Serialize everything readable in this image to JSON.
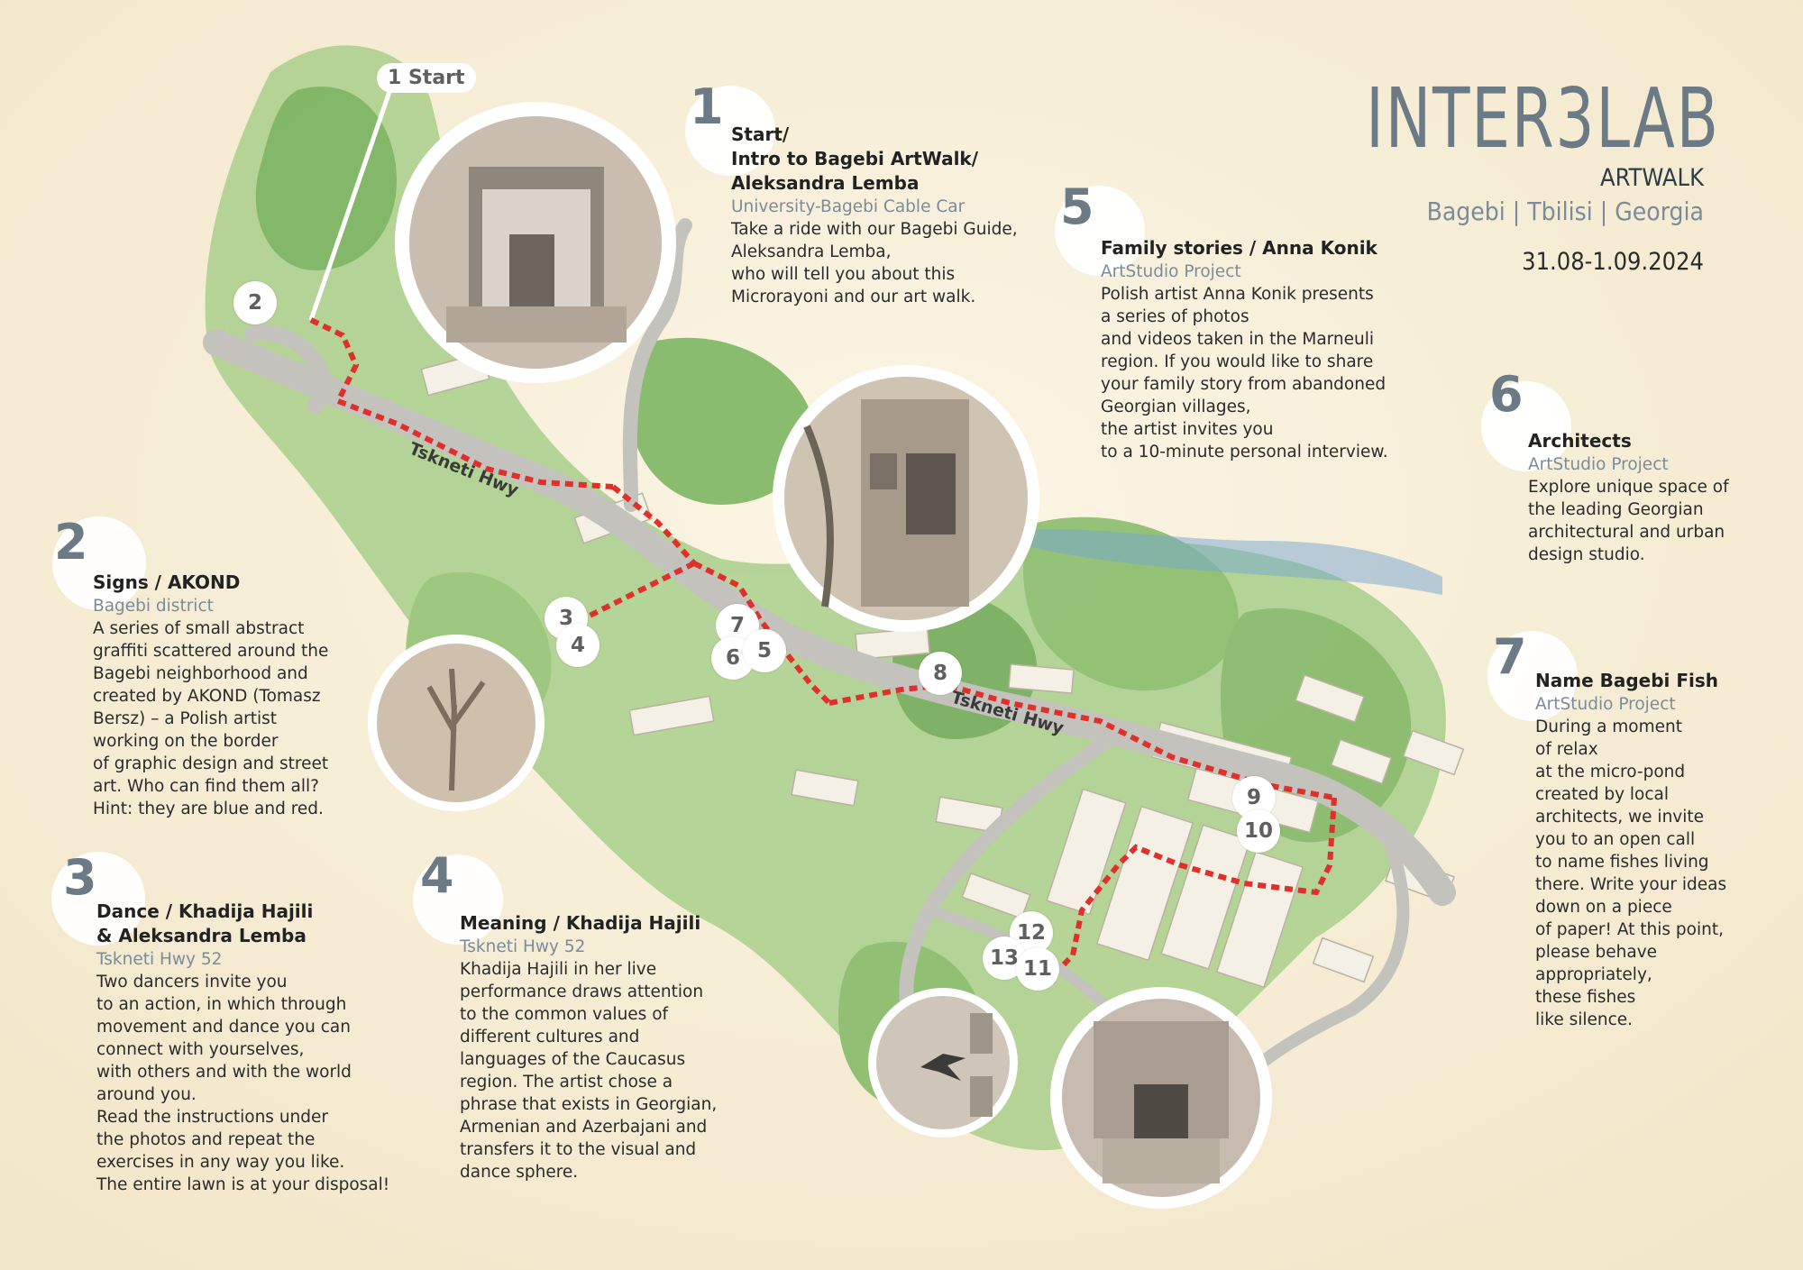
{
  "header": {
    "logo": "INTER3LAB",
    "event": "ARTWALK",
    "location": "Bagebi | Tbilisi | Georgia",
    "dates": "31.08-1.09.2024"
  },
  "stops": [
    {
      "number": "1",
      "title": "Start/\nIntro to Bagebi ArtWalk/\nAleksandra Lemba",
      "subtitle": "University-Bagebi Cable Car",
      "description": "Take a ride with our Bagebi Guide,\nAleksandra Lemba,\nwho will tell you about this\nMicrorayoni and our art walk."
    },
    {
      "number": "2",
      "title": "Signs / AKOND",
      "subtitle": "Bagebi district",
      "description": "A series of small abstract\ngraffiti scattered around the\nBagebi neighborhood and\ncreated by AKOND (Tomasz\nBersz) – a Polish artist\nworking on the border\nof graphic design and street\nart. Who can find them all?\nHint: they are blue and red."
    },
    {
      "number": "3",
      "title": "Dance / Khadija Hajili\n& Aleksandra Lemba",
      "subtitle": "Tskneti Hwy 52",
      "description": "Two dancers invite you\nto an action, in which through\nmovement and dance you can\nconnect with yourselves,\nwith others and with the world\naround you.\nRead the instructions under\nthe photos and repeat the\nexercises in any way you like.\nThe entire lawn is at your disposal!"
    },
    {
      "number": "4",
      "title": "Meaning / Khadija Hajili",
      "subtitle": "Tskneti Hwy 52",
      "description": "Khadija Hajili in her live\nperformance draws attention\nto the common values of\ndifferent cultures and\nlanguages of the Caucasus\nregion. The artist chose a\nphrase that exists in Georgian,\nArmenian and Azerbajani and\ntransfers it to the visual and\ndance sphere."
    },
    {
      "number": "5",
      "title": "Family stories / Anna Konik",
      "subtitle": "ArtStudio Project",
      "description": "Polish artist Anna Konik presents\na series of photos\nand videos taken in the Marneuli\nregion. If you would like to share\nyour family story from abandoned\nGeorgian villages,\nthe artist invites you\nto a 10-minute personal interview."
    },
    {
      "number": "6",
      "title": "Architects",
      "subtitle": "ArtStudio Project",
      "description": "Explore unique space of\nthe leading Georgian\narchitectural and urban\ndesign studio."
    },
    {
      "number": "7",
      "title": "Name Bagebi Fish",
      "subtitle": "ArtStudio Project",
      "description": "During a moment\nof relax\nat the micro-pond\ncreated by local\narchitects, we invite\nyou to an open call\nto name fishes living\nthere. Write your ideas\ndown on a piece\nof paper! At this point,\nplease behave\nappropriately,\nthese fishes\nlike silence."
    }
  ],
  "map": {
    "start_label": "1 Start",
    "road_labels": [
      "Tskneti Hwy",
      "Tskneti Hwy"
    ],
    "markers": [
      "2",
      "3",
      "4",
      "7",
      "6",
      "5",
      "8",
      "9",
      "10",
      "12",
      "13",
      "11"
    ]
  },
  "colors": {
    "route": "#e0302c",
    "accent": "#6c7a86",
    "subtitle": "#7c8b99",
    "paper": "#f7efd8"
  }
}
